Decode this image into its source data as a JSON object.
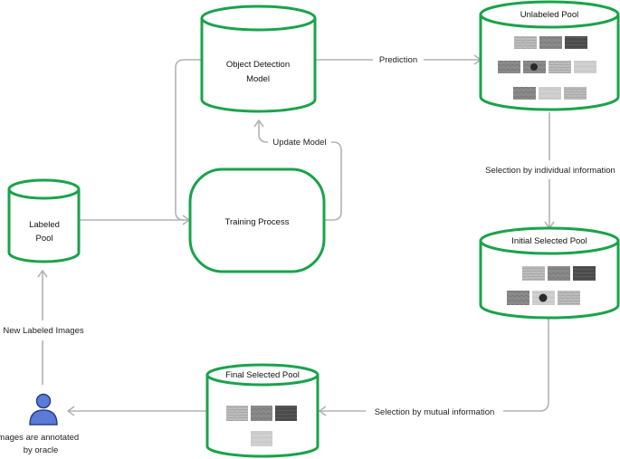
{
  "nodes": {
    "object_detection_model": {
      "line1": "Object Detection",
      "line2": "Model"
    },
    "unlabeled_pool": {
      "title": "Unlabeled Pool"
    },
    "labeled_pool": {
      "line1": "Labeled",
      "line2": "Pool"
    },
    "training_process": {
      "label": "Training Process"
    },
    "initial_selected_pool": {
      "title": "Initial Selected Pool"
    },
    "final_selected_pool": {
      "title": "Final Selected Pool"
    },
    "oracle": {
      "line1": "Images are annotated",
      "line2": "by oracle"
    }
  },
  "edges": {
    "prediction": "Prediction",
    "update_model": "Update Model",
    "selection_individual": "Selection by individual information",
    "selection_mutual": "Selection by mutual information",
    "new_labeled_images": "New Labeled Images"
  },
  "colors": {
    "node_border": "#1aa34a",
    "connector": "#b3b3b3",
    "icon": "#5a7bd6"
  },
  "icons": {
    "oracle": "person-icon"
  }
}
